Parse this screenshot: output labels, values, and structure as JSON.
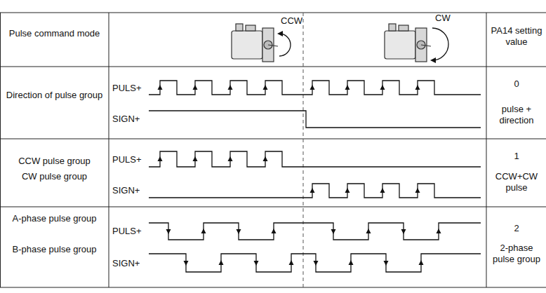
{
  "diagram": {
    "labels": [
      "Pulse command mode",
      "CCW",
      "CW",
      "PA14 setting value",
      "Direction of pulse group",
      "PULS+",
      "SIGN+",
      "0",
      "pulse + direction",
      "CCW pulse group",
      "CW pulse group",
      "PULS+",
      "SIGN+",
      "1",
      "CCW+CW pulse",
      "A-phase pulse group",
      "B-phase pulse group",
      "PULS+",
      "SIGN+",
      "2",
      "2-phase pulse group"
    ]
  }
}
